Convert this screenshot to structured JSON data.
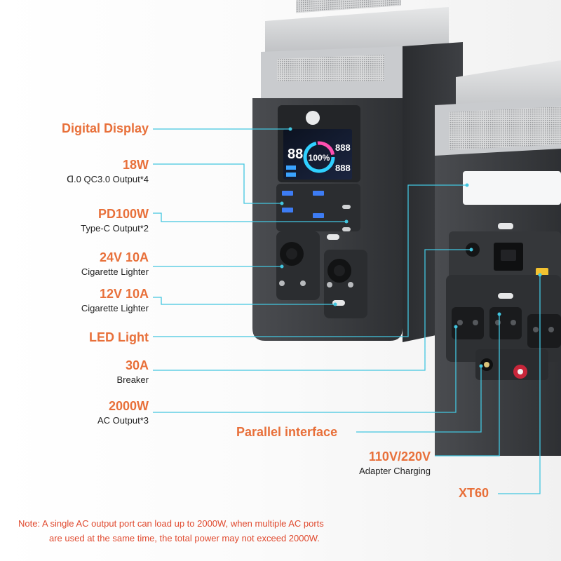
{
  "callouts": {
    "digital_display": {
      "title": "Digital Display"
    },
    "usb_18w": {
      "title": "18W",
      "sub": "ꓷ.0 QC3.0 Output*4"
    },
    "pd100w": {
      "title": "PD100W",
      "sub": "Type-C Output*2"
    },
    "cig_24v": {
      "title": "24V 10A",
      "sub": "Cigarette Lighter"
    },
    "cig_12v": {
      "title": "12V 10A",
      "sub": "Cigarette Lighter"
    },
    "led_light": {
      "title": "LED Light"
    },
    "breaker": {
      "title": "30A",
      "sub": "Breaker"
    },
    "ac_output": {
      "title": "2000W",
      "sub": "AC Output*3"
    },
    "parallel": {
      "title": "Parallel interface"
    },
    "adapter": {
      "title": "110V/220V",
      "sub": "Adapter Charging"
    },
    "xt60": {
      "title": "XT60"
    }
  },
  "display": {
    "percent": "100%"
  },
  "note": {
    "line1": "Note: A single AC output port can load up to 2000W, when multiple AC ports",
    "line2": "are used at the same time, the total power may not exceed 2000W."
  },
  "colors": {
    "accent": "#e8703a",
    "leader": "#42c6e0",
    "note": "#e04a2f",
    "unit_body": "#3a3c3f",
    "unit_top": "#d4d6d8"
  }
}
